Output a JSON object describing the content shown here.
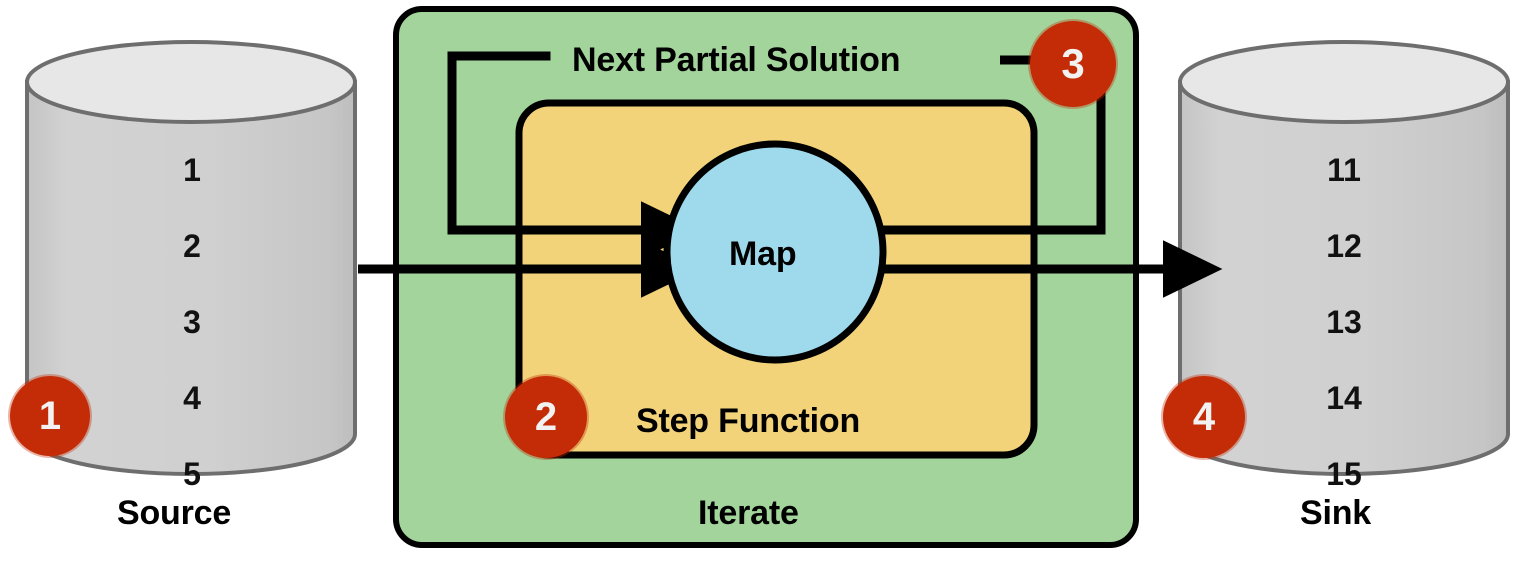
{
  "diagram": {
    "title": "Flink Iterate Dataflow",
    "type": "dataflow-diagram"
  },
  "source": {
    "caption": "Source",
    "records": [
      "1",
      "2",
      "3",
      "4",
      "5"
    ],
    "badge": "1"
  },
  "sink": {
    "caption": "Sink",
    "records": [
      "11",
      "12",
      "13",
      "14",
      "15"
    ],
    "badge": "4"
  },
  "iterate": {
    "label": "Iterate",
    "feedback_label": "Next Partial Solution",
    "feedback_badge": "3"
  },
  "step_function": {
    "label": "Step Function",
    "badge": "2"
  },
  "operator": {
    "label": "Map"
  },
  "colors": {
    "iterate_fill": "#A2D49B",
    "step_function_fill": "#F2D37A",
    "operator_fill": "#9FD9EC",
    "badge_fill": "#C32C06",
    "badge_text": "#F2F2F2",
    "cylinder_fill": "#CDCDCD",
    "cylinder_top_fill": "#E2E2E2",
    "cylinder_stroke": "#6E6E6E",
    "line_stroke": "#000000"
  },
  "icons": {
    "source_cylinder": "database-cylinder-icon",
    "sink_cylinder": "database-cylinder-icon",
    "map_circle": "operator-circle-icon",
    "flow_arrow": "arrow-right-icon",
    "feedback_path": "feedback-loop-icon",
    "leader_line": "callout-leader-icon"
  }
}
